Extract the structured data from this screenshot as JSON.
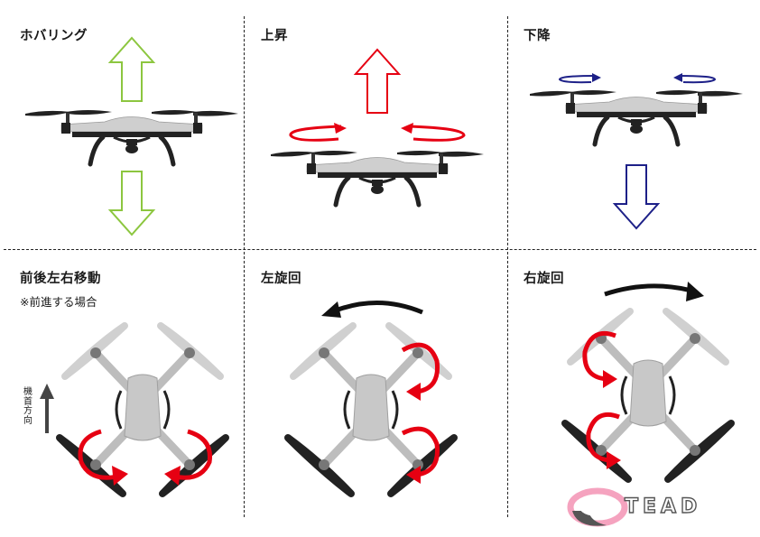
{
  "panels": [
    {
      "title": "ホバリング"
    },
    {
      "title": "上昇"
    },
    {
      "title": "下降"
    },
    {
      "title": "前後左右移動",
      "note": "※前進する場合",
      "direction_label": "機首方向"
    },
    {
      "title": "左旋回"
    },
    {
      "title": "右旋回"
    }
  ],
  "logo": {
    "text": "TEAD"
  },
  "colors": {
    "hover_arrow": "#8cc63f",
    "ascend_arrow": "#e60012",
    "descend_arrow": "#1d2088",
    "rotor_arrow": "#e60012",
    "turn_arrow": "#111111",
    "drone_body": "#cfcfcf",
    "drone_dark": "#222222"
  },
  "icons": [
    "up-arrow-icon",
    "down-arrow-icon",
    "rotation-arrow-icon",
    "turn-arrow-icon",
    "drone-side-icon",
    "drone-top-icon",
    "logo-icon"
  ]
}
